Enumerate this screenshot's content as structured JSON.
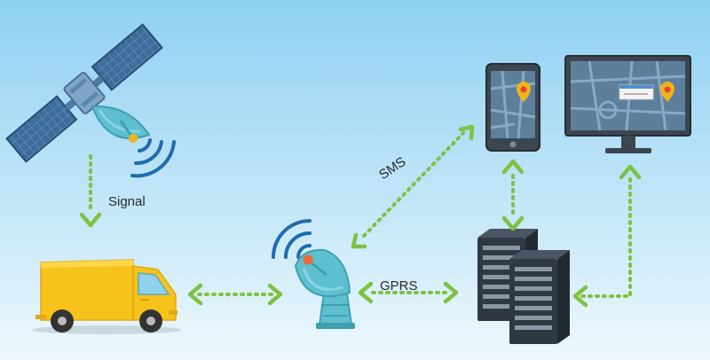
{
  "labels": {
    "signal": "Signal",
    "sms": "SMS",
    "gprs": "GPRS"
  },
  "colors": {
    "background_top": "#8fd0f2",
    "background_bottom": "#eef8fd",
    "arrow": "#7dc242",
    "panel_blue": "#3c6c97",
    "dish": "#5dbfcf",
    "truck": "#f6c21c",
    "server": "#2f3944",
    "map": "#5d7f9c",
    "pin": "#f2b21a"
  },
  "icons": [
    "satellite-icon",
    "signal-waves-icon",
    "delivery-truck-icon",
    "ground-station-antenna-icon",
    "server-rack-icon",
    "smartphone-map-icon",
    "desktop-monitor-map-icon"
  ]
}
